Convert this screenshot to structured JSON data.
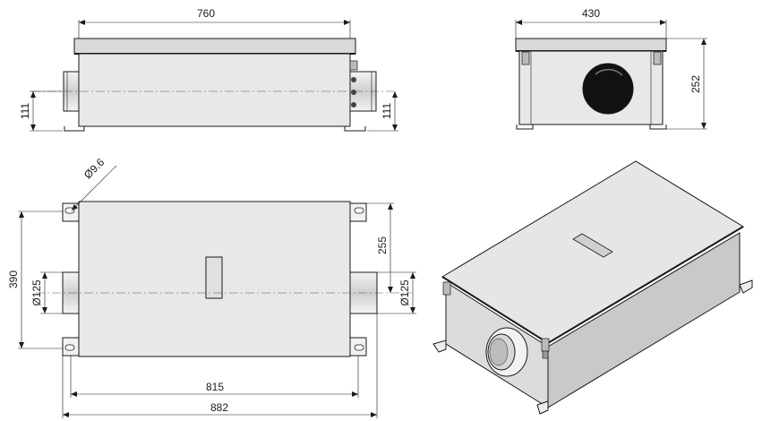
{
  "drawing": {
    "dims": {
      "front_width": "760",
      "front_left_height": "111",
      "front_right_height": "111",
      "side_width": "430",
      "side_height": "252",
      "hole_dia": "Ø9.6",
      "top_depth": "390",
      "top_offset": "255",
      "duct_left": "Ø125",
      "duct_right": "Ø125",
      "inner_length": "815",
      "overall_length": "882"
    }
  }
}
